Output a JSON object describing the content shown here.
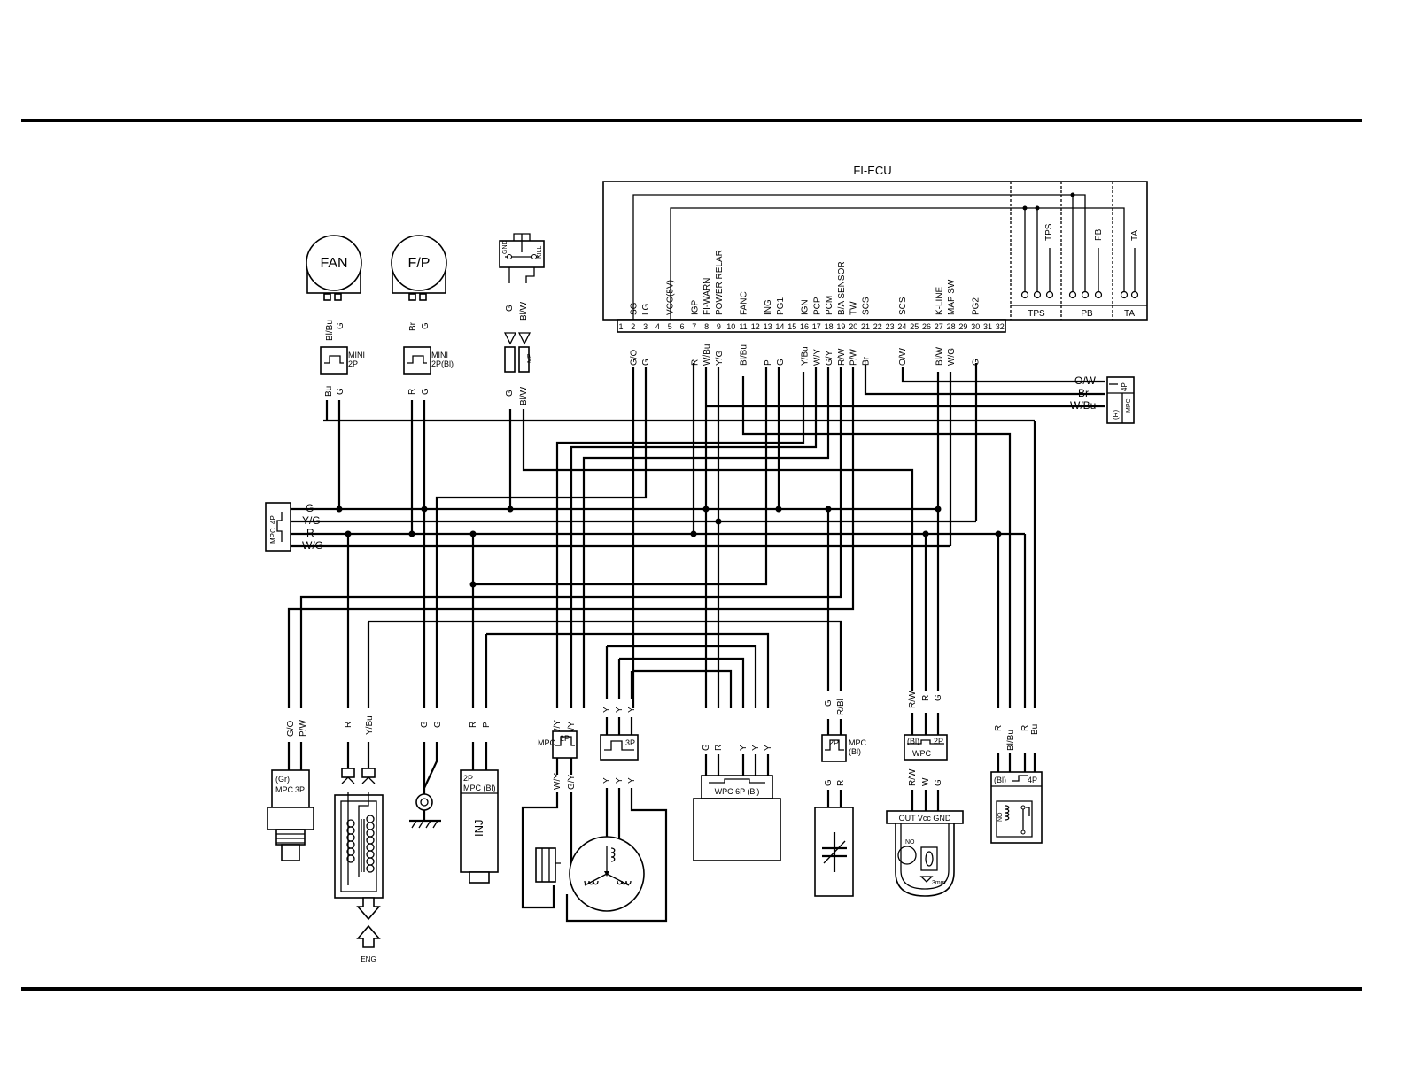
{
  "ecu": {
    "title": "FI-ECU",
    "pin_numbers": [
      "1",
      "2",
      "3",
      "4",
      "5",
      "6",
      "7",
      "8",
      "9",
      "10",
      "11",
      "12",
      "13",
      "14",
      "15",
      "16",
      "17",
      "18",
      "19",
      "20",
      "21",
      "22",
      "23",
      "24",
      "25",
      "26",
      "27",
      "28",
      "29",
      "30",
      "31",
      "32"
    ],
    "functions": [
      {
        "pin": "2",
        "label": "SG"
      },
      {
        "pin": "3",
        "label": "LG"
      },
      {
        "pin": "5",
        "label": "VCC(5V)"
      },
      {
        "pin": "7",
        "label": "IGP"
      },
      {
        "pin": "8",
        "label": "FI-WARN"
      },
      {
        "pin": "9",
        "label": "POWER RELAR"
      },
      {
        "pin": "11",
        "label": "FANC"
      },
      {
        "pin": "13",
        "label": "ING"
      },
      {
        "pin": "14",
        "label": "PG1"
      },
      {
        "pin": "16",
        "label": "IGN"
      },
      {
        "pin": "17",
        "label": "PCP"
      },
      {
        "pin": "18",
        "label": "PCM"
      },
      {
        "pin": "19",
        "label": "B/A SENSOR"
      },
      {
        "pin": "20",
        "label": "TW"
      },
      {
        "pin": "21",
        "label": "SCS"
      },
      {
        "pin": "24",
        "label": "SCS"
      },
      {
        "pin": "27",
        "label": "K-LINE"
      },
      {
        "pin": "28",
        "label": "MAP SW"
      },
      {
        "pin": "30",
        "label": "PG2"
      }
    ],
    "wire_colors": [
      {
        "pin": "2",
        "color": "G/O"
      },
      {
        "pin": "3",
        "color": "G"
      },
      {
        "pin": "7",
        "color": "R"
      },
      {
        "pin": "8",
        "color": "W/Bu"
      },
      {
        "pin": "9",
        "color": "Y/G"
      },
      {
        "pin": "11",
        "color": "Bl/Bu"
      },
      {
        "pin": "13",
        "color": "P"
      },
      {
        "pin": "14",
        "color": "G"
      },
      {
        "pin": "16",
        "color": "Y/Bu"
      },
      {
        "pin": "17",
        "color": "W/Y"
      },
      {
        "pin": "18",
        "color": "G/Y"
      },
      {
        "pin": "19",
        "color": "R/W"
      },
      {
        "pin": "20",
        "color": "P/W"
      },
      {
        "pin": "21",
        "color": "Br"
      },
      {
        "pin": "24",
        "color": "O/W"
      },
      {
        "pin": "27",
        "color": "Bl/W"
      },
      {
        "pin": "28",
        "color": "W/G"
      },
      {
        "pin": "30",
        "color": "G"
      }
    ],
    "sensors": {
      "tps": "TPS",
      "pb": "PB",
      "ta": "TA"
    }
  },
  "top_components": {
    "fan": {
      "label": "FAN",
      "wire1": "Bl/Bu",
      "wire2": "G",
      "conn1": "MINI",
      "conn2": "2P",
      "out1": "Bu",
      "out2": "G"
    },
    "fp": {
      "label": "F/P",
      "wire1": "Br",
      "wire2": "G",
      "conn1": "MINI",
      "conn2": "2P(Bl)",
      "out1": "R",
      "out2": "G"
    },
    "sw": {
      "pin1": "GND",
      "pin2": "KILL",
      "wire1": "G",
      "wire2": "Bl/W",
      "conn": "MP",
      "out1": "G",
      "out2": "Bl/W"
    }
  },
  "left_connector": {
    "line1": "4P",
    "line2": "MPC",
    "wires": [
      "G",
      "Y/G",
      "R",
      "W/G"
    ]
  },
  "right_connector": {
    "line1": "4P",
    "line2": "(R)",
    "line3": "MPC",
    "wires": [
      "O/W",
      "Br",
      "W/Bu"
    ]
  },
  "bottom": {
    "c1": {
      "w1": "G/O",
      "w2": "P/W",
      "tag1": "(Gr)",
      "tag2": "MPC",
      "tag3": "3P"
    },
    "c2": {
      "w1": "R",
      "w2": "Y/Bu",
      "eng": "ENG"
    },
    "c3": {
      "w1": "G",
      "w2": "G"
    },
    "c4": {
      "w1": "R",
      "w2": "P",
      "conn1": "2P",
      "conn2": "MPC (Bl)",
      "label": "INJ"
    },
    "c5": {
      "w1": "W/Y",
      "w2": "G/Y",
      "mpc": "MPC",
      "conn": "2P",
      "o1": "W/Y",
      "o2": "G/Y"
    },
    "c6": {
      "w1": "Y",
      "w2": "Y",
      "w3": "Y",
      "conn": "3P",
      "o1": "Y",
      "o2": "Y",
      "o3": "Y"
    },
    "c7": {
      "w1": "G",
      "w2": "R",
      "w3": "Y",
      "w4": "Y",
      "w5": "Y",
      "label": "WPC 6P (Bl)"
    },
    "c8": {
      "w1": "G",
      "w2": "R/Bl",
      "conn": "2P",
      "mpc": "MPC",
      "bl": "(Bl)",
      "o1": "G",
      "o2": "R"
    },
    "c9": {
      "w1": "R/W",
      "w2": "R",
      "w3": "G",
      "bl": "(Bl)",
      "conn": "2P",
      "wpc": "WPC",
      "o1": "R/W",
      "o2": "W",
      "o3": "G",
      "pins": "OUT Vcc GND",
      "no": "NO",
      "mm": "3mm"
    },
    "c10": {
      "w1": "R",
      "w2": "Bl/Bu",
      "w3": "R",
      "w4": "Bu",
      "bl": "(Bl)",
      "conn": "4P",
      "no": "NO"
    }
  }
}
